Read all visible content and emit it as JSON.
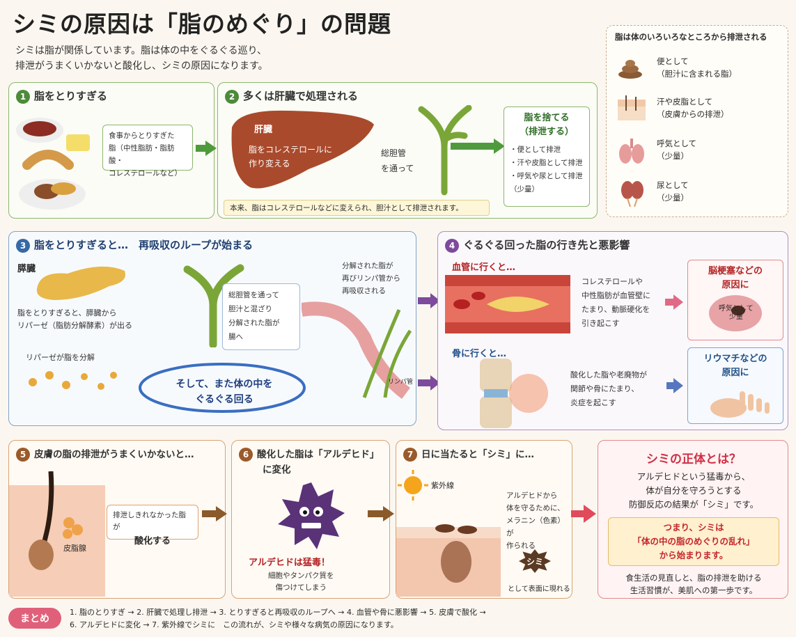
{
  "title": "シミの原因は「脂のめぐり」の問題",
  "intro": [
    "シミは脂が関係しています。脂は体の中をぐるぐる巡り、",
    "排泄がうまくいかないと酸化し、シミの原因になります。"
  ],
  "legend": {
    "title": "脂は体のいろいろなところから排泄される",
    "items": [
      {
        "icon": "stool-icon",
        "l1": "便として",
        "l2": "（胆汁に含まれる脂）"
      },
      {
        "icon": "skin-icon",
        "l1": "汗や皮脂として",
        "l2": "（皮膚からの排泄）"
      },
      {
        "icon": "lungs-icon",
        "l1": "呼気として",
        "l2": "（少量）"
      },
      {
        "icon": "kidney-icon",
        "l1": "尿として",
        "l2": "（少量）"
      }
    ]
  },
  "s1": {
    "num": "1",
    "title": "脂をとりすぎる",
    "box": [
      "食事からとりすぎた",
      "脂（中性脂肪・脂肪酸・",
      "コレステロールなど）"
    ]
  },
  "s2": {
    "num": "2",
    "title": "多くは肝臓で処理される",
    "liver_label": "肝臓",
    "liver_text": [
      "脂をコレステロールに",
      "作り変える"
    ],
    "duct_label": [
      "総胆管",
      "を通って"
    ],
    "note": "本来、脂はコレステロールなどに変えられ、胆汁として排泄されます。",
    "discard_title": [
      "脂を捨てる",
      "（排泄する）"
    ],
    "discard_items": [
      "・便として排泄",
      "・汗や皮脂として排泄",
      "・呼気や尿として排泄",
      "（少量）"
    ]
  },
  "s3": {
    "num": "3",
    "title": "脂をとりすぎると…　再吸収のループが始まる",
    "pancreas": "膵臓",
    "pancreas_text": [
      "脂をとりすぎると、膵臓から",
      "リパーゼ（脂肪分解酵素）が出る"
    ],
    "lipase": "リパーゼが脂を分解",
    "duct_box": [
      "総胆管を通って",
      "胆汁と混ざり",
      "分解された脂が",
      "腸へ"
    ],
    "reabsorb": [
      "分解された脂が",
      "再びリンパ管から",
      "再吸収される"
    ],
    "lymph": "リンパ管",
    "loop": [
      "そして、また体の中を",
      "ぐるぐる回る"
    ]
  },
  "s4": {
    "num": "4",
    "title": "ぐるぐる回った脂の行き先と悪影響",
    "vessel_head": "血管に行くと…",
    "vessel_text": [
      "コレステロールや",
      "中性脂肪が血管壁に",
      "たまり、動脈硬化を",
      "引き起こす"
    ],
    "brain": [
      "脳梗塞などの",
      "原因に"
    ],
    "brain_overlay": [
      "呼気として",
      "少量"
    ],
    "bone_head": "骨に行くと…",
    "bone_text": [
      "酸化した脂や老廃物が",
      "関節や骨にたまり、",
      "炎症を起こす"
    ],
    "rheuma": [
      "リウマチなどの",
      "原因に"
    ]
  },
  "s5": {
    "num": "5",
    "title": "皮膚の脂の排泄がうまくいかないと…",
    "box1": "排泄しきれなかった脂が",
    "box2": "酸化する",
    "gland": "皮脂腺"
  },
  "s6": {
    "num": "6",
    "title": [
      "酸化した脂は「アルデヒド」",
      "に変化"
    ],
    "danger": "アルデヒドは猛毒！",
    "danger_text": [
      "細胞やタンパク質を",
      "傷つけてしまう"
    ]
  },
  "s7": {
    "num": "7",
    "title": "日に当たると「シミ」に…",
    "uv": "紫外線",
    "text": [
      "アルデヒドから",
      "体を守るために、",
      "メラニン（色素）が",
      "作られる"
    ],
    "stain": "シミ",
    "surface": "として表面に現れる"
  },
  "truth": {
    "title": "シミの正体とは？",
    "lines": [
      "アルデヒドという猛毒から、",
      "体が自分を守ろうとする",
      "防御反応の結果が「シミ」です。"
    ],
    "box": [
      "つまり、シミは",
      "「体の中の脂のめぐりの乱れ」",
      "から始まります。"
    ],
    "foot": [
      "食生活の見直しと、脂の排泄を助ける",
      "生活習慣が、美肌への第一歩です。"
    ]
  },
  "summary": {
    "label": "まとめ",
    "line1": "1. 脂のとりすぎ → 2. 肝臓で処理し排泄 → 3. とりすぎると再吸収のループへ → 4. 血管や骨に悪影響 → 5. 皮膚で酸化 →",
    "line2": "6. アルデヒドに変化 → 7. 紫外線でシミに　この流れが、シミや様々な病気の原因になります。"
  }
}
